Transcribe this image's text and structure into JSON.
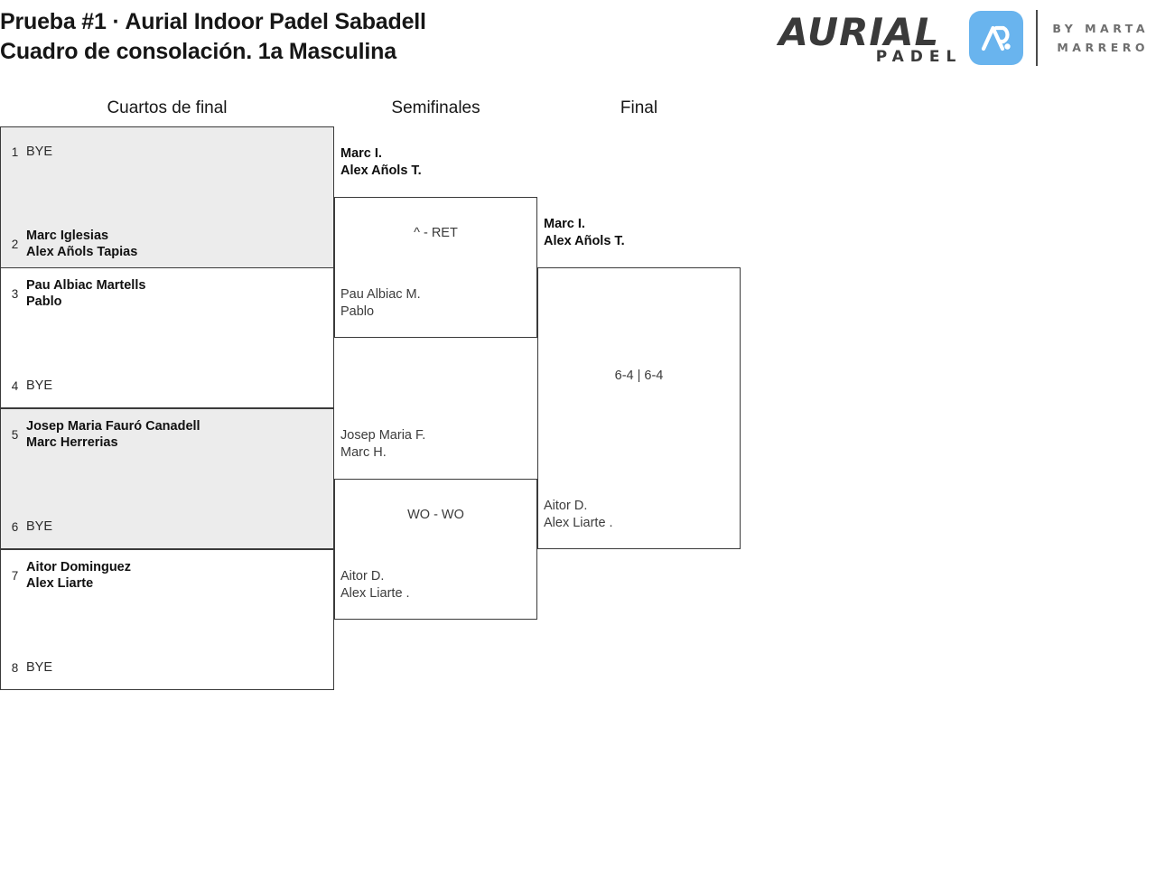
{
  "header": {
    "title": "Prueba #1 · Aurial Indoor Padel Sabadell\nCuadro de consolación. 1a Masculina",
    "logo": {
      "brand": "AURIAL",
      "sub": "PADEL",
      "monogram": "AP",
      "by": "BY MARTA\nMARRERO",
      "accent_color": "#69b4ee",
      "text_color": "#3a3a3a"
    }
  },
  "rounds": [
    {
      "label": "Cuartos de final"
    },
    {
      "label": "Semifinales"
    },
    {
      "label": "Final"
    }
  ],
  "quarterfinals": [
    {
      "shaded": true,
      "top": {
        "seed": "1",
        "team": "BYE",
        "bye": true
      },
      "bottom": {
        "seed": "2",
        "team": "Marc Iglesias\nAlex Añols Tapias",
        "bye": false
      }
    },
    {
      "shaded": false,
      "top": {
        "seed": "3",
        "team": "Pau Albiac Martells\nPablo",
        "bye": false
      },
      "bottom": {
        "seed": "4",
        "team": "BYE",
        "bye": true
      }
    },
    {
      "shaded": true,
      "top": {
        "seed": "5",
        "team": "Josep Maria Fauró Canadell\nMarc Herrerias",
        "bye": false
      },
      "bottom": {
        "seed": "6",
        "team": "BYE",
        "bye": true
      }
    },
    {
      "shaded": false,
      "top": {
        "seed": "7",
        "team": "Aitor Dominguez\nAlex Liarte",
        "bye": false
      },
      "bottom": {
        "seed": "8",
        "team": "BYE",
        "bye": true
      }
    }
  ],
  "semifinals": [
    {
      "score": "^ - RET",
      "top": {
        "team": "Marc I.\nAlex Añols T.",
        "winner": true
      },
      "bottom": {
        "team": "Pau Albiac M.\nPablo",
        "winner": false
      }
    },
    {
      "score": "WO - WO",
      "top": {
        "team": "Josep Maria F.\nMarc H.",
        "winner": false
      },
      "bottom": {
        "team": "Aitor D.\nAlex Liarte .",
        "winner": true
      }
    }
  ],
  "final": {
    "score": "6-4 | 6-4",
    "top": {
      "team": "Marc I.\nAlex Añols T.",
      "winner": true
    },
    "bottom": {
      "team": "Aitor D.\nAlex Liarte .",
      "winner": false
    }
  },
  "colors": {
    "shaded_row": "#ececec",
    "border": "#3a3a3a",
    "page_bg": "#ffffff"
  }
}
